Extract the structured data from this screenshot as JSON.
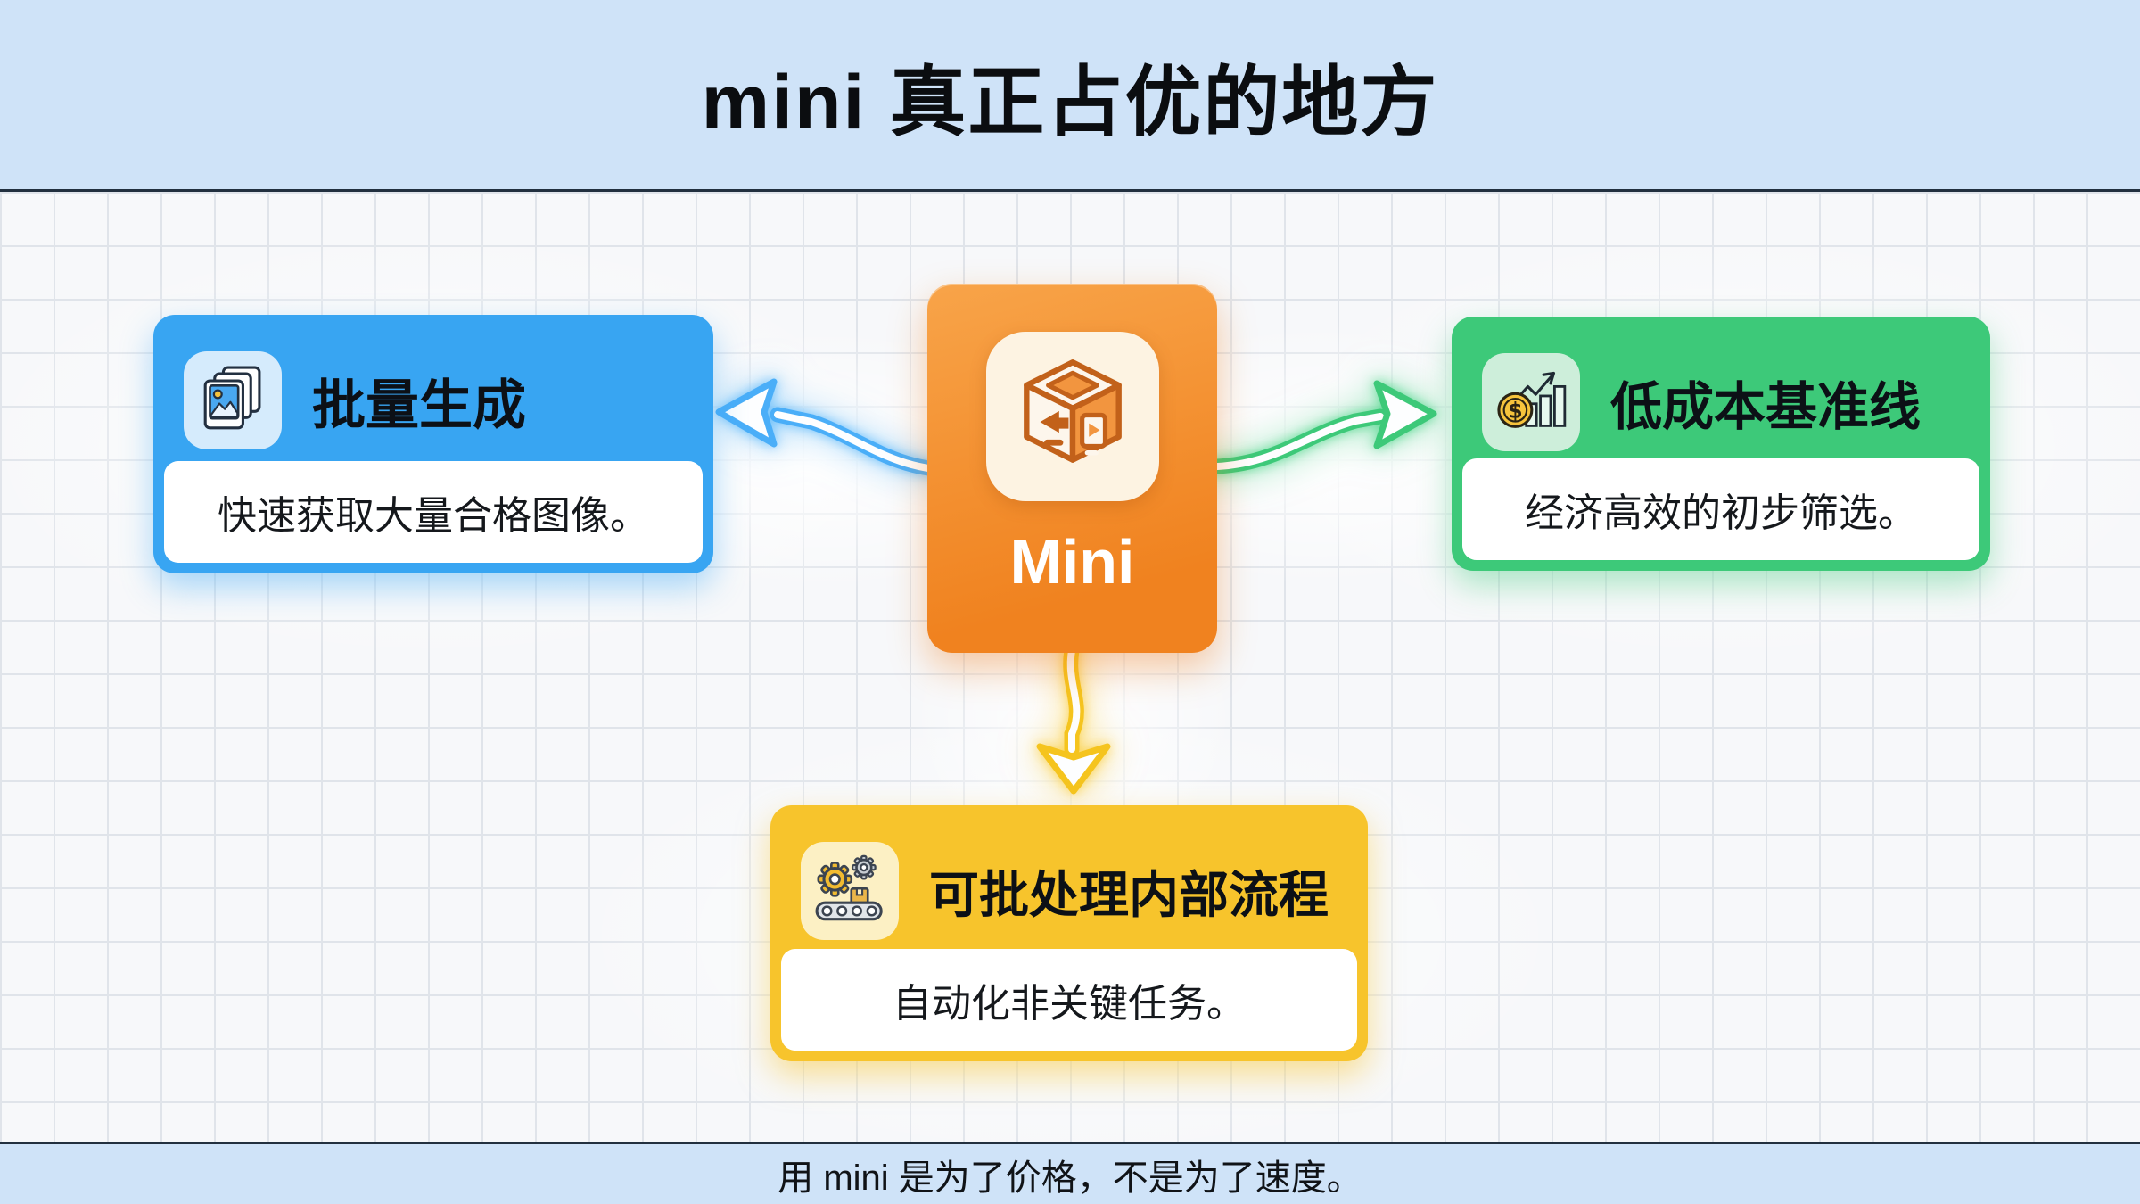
{
  "header": {
    "title": "mini 真正占优的地方"
  },
  "center_node": {
    "label": "Mini",
    "icon": "printer-cube-icon",
    "gradient_top": "#f8a449",
    "gradient_bottom": "#f0821f"
  },
  "cards": {
    "batch_generation": {
      "position": "left",
      "icon": "photo-stack-icon",
      "accent": "#38a5f2",
      "title": "批量生成",
      "body": "快速获取大量合格图像。"
    },
    "low_cost_baseline": {
      "position": "right",
      "icon": "coin-growth-chart-icon",
      "accent": "#3dc979",
      "title": "低成本基准线",
      "body": "经济高效的初步筛选。"
    },
    "batchable_internal_process": {
      "position": "bottom",
      "icon": "automation-gears-icon",
      "accent": "#f7c42c",
      "title": "可批处理内部流程",
      "body": "自动化非关键任务。"
    }
  },
  "arrows": [
    {
      "from": "Mini",
      "to": "批量生成",
      "color": "#4aaef8"
    },
    {
      "from": "Mini",
      "to": "低成本基准线",
      "color": "#3dc979"
    },
    {
      "from": "Mini",
      "to": "可批处理内部流程",
      "color": "#f5c41e"
    }
  ],
  "footer": {
    "note": "用 mini 是为了价格，不是为了速度。"
  }
}
